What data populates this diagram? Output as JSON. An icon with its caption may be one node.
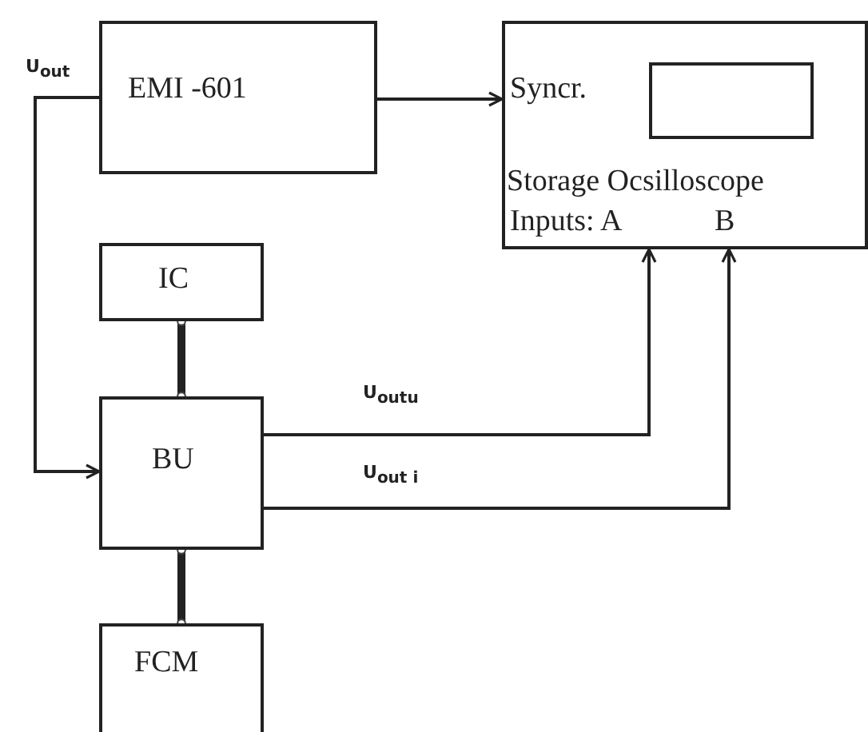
{
  "diagram": {
    "nodes": [
      {
        "text": [
          "EMI -601"
        ]
      },
      {
        "text": [
          "Syncr.",
          "Storage Ocsilloscope",
          "Inputs: A",
          "B"
        ]
      },
      {
        "text": [],
        "shape": "box",
        "in": 1
      },
      {
        "text": [
          "IC"
        ]
      },
      {
        "text": [
          "BU"
        ]
      },
      {
        "text": [
          "FCM"
        ]
      }
    ],
    "edges": [
      {
        "from": 0,
        "to": 1,
        "arrow": "to"
      },
      {
        "from": 0,
        "to": 4,
        "arrow": "to",
        "label": "U$_{out}$"
      },
      {
        "from": 4,
        "to": 1,
        "arrow": "to",
        "label": "U$_{outu}$"
      },
      {
        "from": 4,
        "to": 1,
        "arrow": "to",
        "label": "U$_{out i}$"
      },
      {
        "from": 3,
        "to": 4,
        "arrow": "other",
        "style": "thick"
      },
      {
        "from": 4,
        "to": 5,
        "arrow": "other",
        "style": "thick"
      }
    ]
  }
}
